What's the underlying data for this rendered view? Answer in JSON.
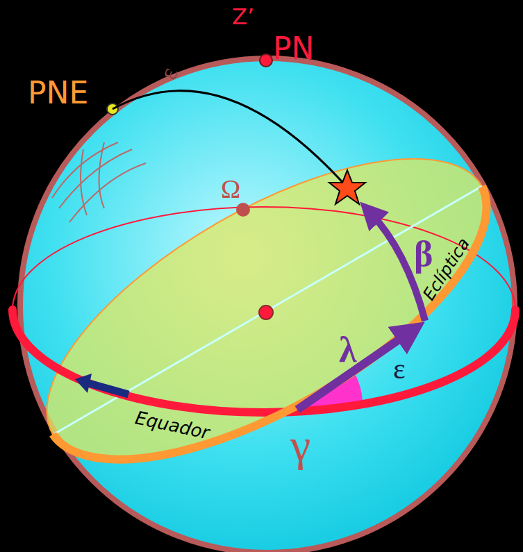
{
  "diagram": {
    "labels": [
      "Z’",
      "PN",
      "PNE",
      "ε",
      "Ω",
      "β",
      "λ",
      "ε",
      "Eclíptica",
      "Equador",
      "γ"
    ]
  }
}
